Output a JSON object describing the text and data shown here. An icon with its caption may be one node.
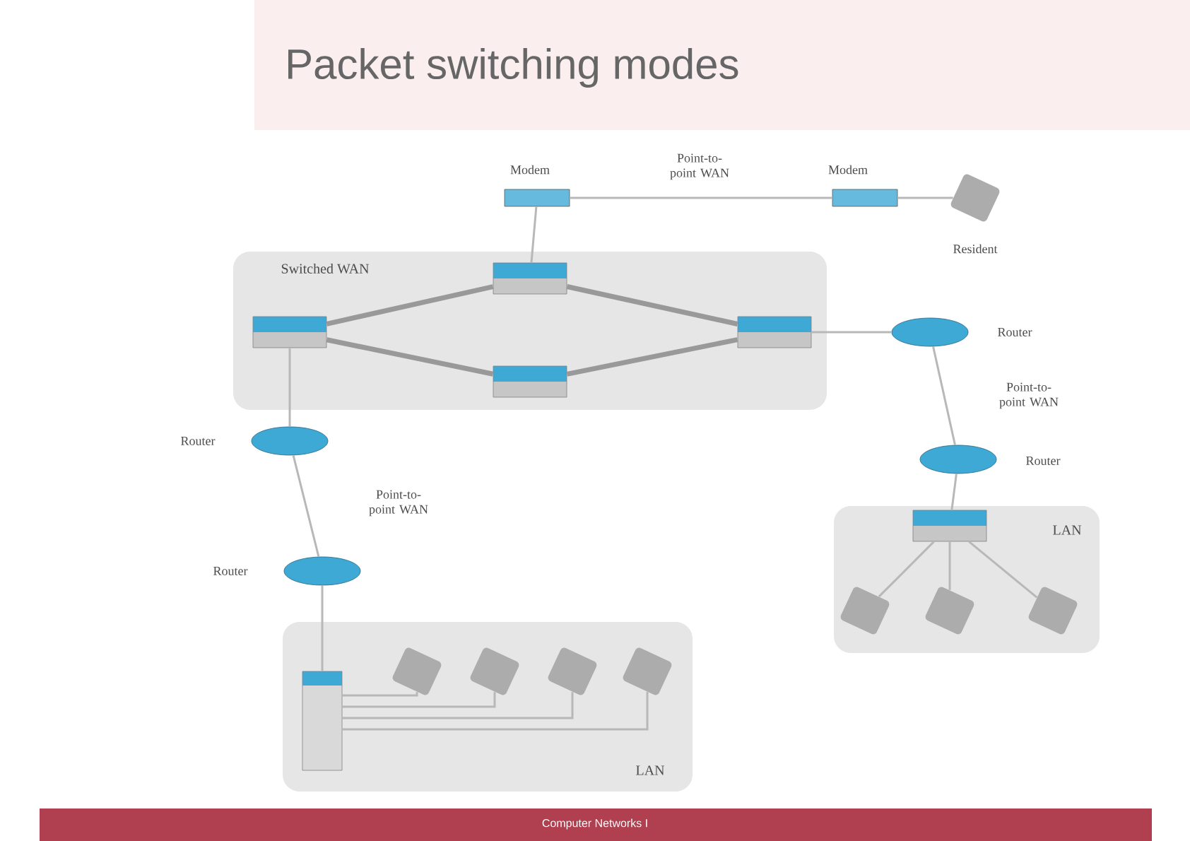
{
  "diagram": {
    "title": "Packet switching modes",
    "nodes": [
      {
        "text": [
          "Switched WAN"
        ]
      },
      {
        "text": [],
        "shape": "box",
        "in": 0
      },
      {
        "text": [],
        "shape": "box",
        "in": 0
      },
      {
        "text": [],
        "shape": "box",
        "in": 0
      },
      {
        "text": [],
        "shape": "box",
        "in": 0
      },
      {
        "text": [],
        "shape": "modem",
        "beside": [
          "Modem"
        ]
      },
      {
        "text": [],
        "shape": "modem",
        "beside": [
          "Modem"
        ]
      },
      {
        "text": [],
        "shape": "computer",
        "beside": [
          "Resident"
        ]
      },
      {
        "text": [],
        "shape": "ellipse",
        "beside": [
          "Router"
        ]
      },
      {
        "text": [],
        "shape": "ellipse",
        "beside": [
          "Router"
        ]
      },
      {
        "text": [
          "LAN"
        ]
      },
      {
        "text": [],
        "shape": "box",
        "in": 10
      },
      {
        "text": [],
        "shape": "computer",
        "in": 10
      },
      {
        "text": [],
        "shape": "computer",
        "in": 10
      },
      {
        "text": [],
        "shape": "computer",
        "in": 10
      },
      {
        "text": [],
        "shape": "ellipse",
        "beside": [
          "Router"
        ]
      },
      {
        "text": [],
        "shape": "ellipse",
        "beside": [
          "Router"
        ]
      },
      {
        "text": [
          "LAN"
        ]
      },
      {
        "text": [],
        "shape": "tower",
        "in": 17
      },
      {
        "text": [],
        "shape": "computer",
        "in": 17
      },
      {
        "text": [],
        "shape": "computer",
        "in": 17
      },
      {
        "text": [],
        "shape": "computer",
        "in": 17
      },
      {
        "text": [],
        "shape": "computer",
        "in": 17
      }
    ],
    "edges": [
      {
        "from": 5,
        "to": 6,
        "arrow": "none",
        "label": "Point-to-point WAN"
      },
      {
        "from": 6,
        "to": 7,
        "arrow": "none"
      },
      {
        "from": 5,
        "to": 2,
        "arrow": "none"
      },
      {
        "from": 1,
        "to": 2,
        "arrow": "none",
        "style": "thick"
      },
      {
        "from": 1,
        "to": 3,
        "arrow": "none",
        "style": "thick"
      },
      {
        "from": 2,
        "to": 4,
        "arrow": "none",
        "style": "thick"
      },
      {
        "from": 3,
        "to": 4,
        "arrow": "none",
        "style": "thick"
      },
      {
        "from": 4,
        "to": 8,
        "arrow": "none"
      },
      {
        "from": 8,
        "to": 9,
        "arrow": "none",
        "label": "Point-to-point WAN"
      },
      {
        "from": 9,
        "to": 11,
        "arrow": "none"
      },
      {
        "from": 11,
        "to": 12,
        "arrow": "none"
      },
      {
        "from": 11,
        "to": 13,
        "arrow": "none"
      },
      {
        "from": 11,
        "to": 14,
        "arrow": "none"
      },
      {
        "from": 1,
        "to": 15,
        "arrow": "none"
      },
      {
        "from": 15,
        "to": 16,
        "arrow": "none",
        "label": "Point-to-point WAN"
      },
      {
        "from": 16,
        "to": 18,
        "arrow": "none"
      },
      {
        "from": 18,
        "to": 19,
        "arrow": "none"
      },
      {
        "from": 18,
        "to": 20,
        "arrow": "none"
      },
      {
        "from": 18,
        "to": 21,
        "arrow": "none"
      },
      {
        "from": 18,
        "to": 22,
        "arrow": "none"
      }
    ],
    "labels": [
      "Computer Networks I"
    ]
  }
}
